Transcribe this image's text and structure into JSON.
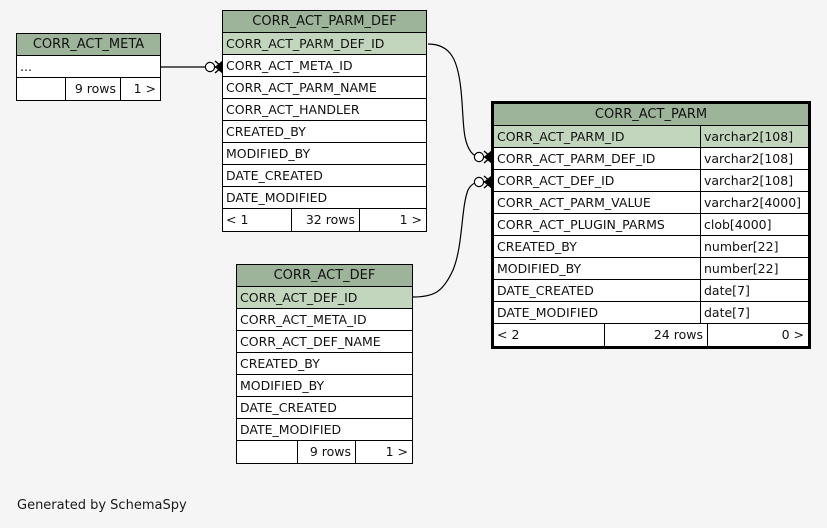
{
  "diagram": {
    "caption": "Generated by SchemaSpy",
    "background_color": "#f5f5f5",
    "header_color": "#9db39a",
    "pk_row_color": "#c2d5bd",
    "row_color": "#ffffff",
    "border_color": "#000000"
  },
  "tables": [
    {
      "id": "corr_act_meta",
      "name": "CORR_ACT_META",
      "emphasis": false,
      "columns": [
        {
          "name": "...",
          "type": "",
          "pk": false
        }
      ],
      "footer": {
        "left": "",
        "middle": "9 rows",
        "right": "1 >"
      }
    },
    {
      "id": "corr_act_parm_def",
      "name": "CORR_ACT_PARM_DEF",
      "emphasis": false,
      "columns": [
        {
          "name": "CORR_ACT_PARM_DEF_ID",
          "type": "",
          "pk": true
        },
        {
          "name": "CORR_ACT_META_ID",
          "type": "",
          "pk": false
        },
        {
          "name": "CORR_ACT_PARM_NAME",
          "type": "",
          "pk": false
        },
        {
          "name": "CORR_ACT_HANDLER",
          "type": "",
          "pk": false
        },
        {
          "name": "CREATED_BY",
          "type": "",
          "pk": false
        },
        {
          "name": "MODIFIED_BY",
          "type": "",
          "pk": false
        },
        {
          "name": "DATE_CREATED",
          "type": "",
          "pk": false
        },
        {
          "name": "DATE_MODIFIED",
          "type": "",
          "pk": false
        }
      ],
      "footer": {
        "left": "< 1",
        "middle": "32 rows",
        "right": "1 >"
      }
    },
    {
      "id": "corr_act_def",
      "name": "CORR_ACT_DEF",
      "emphasis": false,
      "columns": [
        {
          "name": "CORR_ACT_DEF_ID",
          "type": "",
          "pk": true
        },
        {
          "name": "CORR_ACT_META_ID",
          "type": "",
          "pk": false
        },
        {
          "name": "CORR_ACT_DEF_NAME",
          "type": "",
          "pk": false
        },
        {
          "name": "CREATED_BY",
          "type": "",
          "pk": false
        },
        {
          "name": "MODIFIED_BY",
          "type": "",
          "pk": false
        },
        {
          "name": "DATE_CREATED",
          "type": "",
          "pk": false
        },
        {
          "name": "DATE_MODIFIED",
          "type": "",
          "pk": false
        }
      ],
      "footer": {
        "left": "",
        "middle": "9 rows",
        "right": "1 >"
      }
    },
    {
      "id": "corr_act_parm",
      "name": "CORR_ACT_PARM",
      "emphasis": true,
      "columns": [
        {
          "name": "CORR_ACT_PARM_ID",
          "type": "varchar2[108]",
          "pk": true
        },
        {
          "name": "CORR_ACT_PARM_DEF_ID",
          "type": "varchar2[108]",
          "pk": false
        },
        {
          "name": "CORR_ACT_DEF_ID",
          "type": "varchar2[108]",
          "pk": false
        },
        {
          "name": "CORR_ACT_PARM_VALUE",
          "type": "varchar2[4000]",
          "pk": false
        },
        {
          "name": "CORR_ACT_PLUGIN_PARMS",
          "type": "clob[4000]",
          "pk": false
        },
        {
          "name": "CREATED_BY",
          "type": "number[22]",
          "pk": false
        },
        {
          "name": "MODIFIED_BY",
          "type": "number[22]",
          "pk": false
        },
        {
          "name": "DATE_CREATED",
          "type": "date[7]",
          "pk": false
        },
        {
          "name": "DATE_MODIFIED",
          "type": "date[7]",
          "pk": false
        }
      ],
      "footer": {
        "left": "< 2",
        "middle": "24 rows",
        "right": "0 >"
      }
    }
  ],
  "relationships": [
    {
      "id": "rel-meta-parmdef",
      "from": "CORR_ACT_META",
      "to": "CORR_ACT_PARM_DEF.CORR_ACT_META_ID"
    },
    {
      "id": "rel-parmdef-parm",
      "from": "CORR_ACT_PARM_DEF.CORR_ACT_PARM_DEF_ID",
      "to": "CORR_ACT_PARM.CORR_ACT_PARM_DEF_ID"
    },
    {
      "id": "rel-def-parm",
      "from": "CORR_ACT_DEF.CORR_ACT_DEF_ID",
      "to": "CORR_ACT_PARM.CORR_ACT_DEF_ID"
    }
  ]
}
